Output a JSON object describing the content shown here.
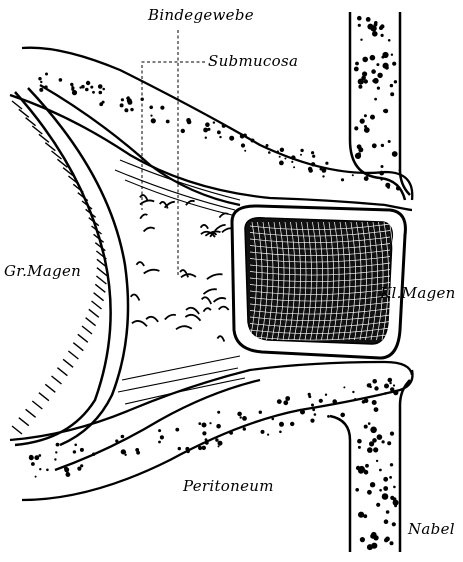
{
  "labels": {
    "bindegewebe": "Bindegewebe",
    "submucosa": "Submucosa",
    "gr_magen": "Gr.Magen",
    "kl_magen": "Kl.Magen",
    "peritoneum": "Peritoneum",
    "nabel": "Nabel"
  },
  "colors": {
    "ink": "#000000",
    "paper": "#ffffff"
  }
}
